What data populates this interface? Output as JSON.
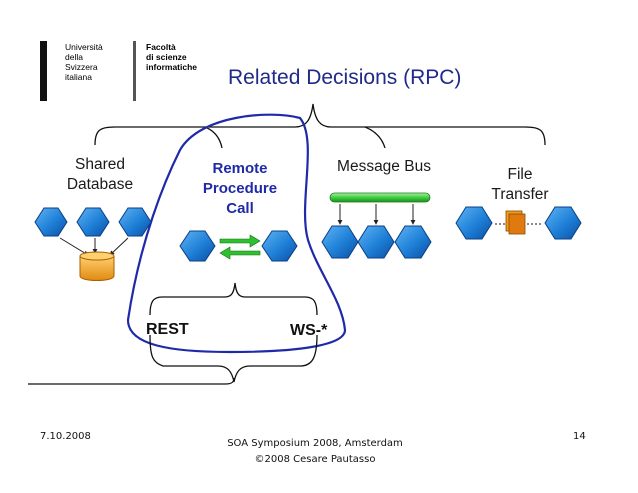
{
  "logo": {
    "university": [
      "Università",
      "della",
      "Svizzera",
      "italiana"
    ],
    "faculty": [
      "Facoltà",
      "di scienze",
      "informatiche"
    ]
  },
  "title": "Related Decisions (RPC)",
  "options": {
    "shared_database": [
      "Shared",
      "Database"
    ],
    "rpc": [
      "Remote",
      "Procedure",
      "Call"
    ],
    "message_bus": "Message Bus",
    "file_transfer": [
      "File",
      "Transfer"
    ]
  },
  "sub_options": {
    "rest": "REST",
    "ws": "WS-*"
  },
  "footer": {
    "date": "7.10.2008",
    "event": "SOA Symposium 2008, Amsterdam",
    "copyright": "©2008 Cesare Pautasso",
    "page": "14"
  },
  "colors": {
    "title": "#1f2a8a",
    "highlight_outline": "#1f2aa8",
    "hexagon": "#1e7fd6",
    "database": "#f0a020",
    "bus": "#3fcc3f",
    "file": "#f29a1a"
  }
}
